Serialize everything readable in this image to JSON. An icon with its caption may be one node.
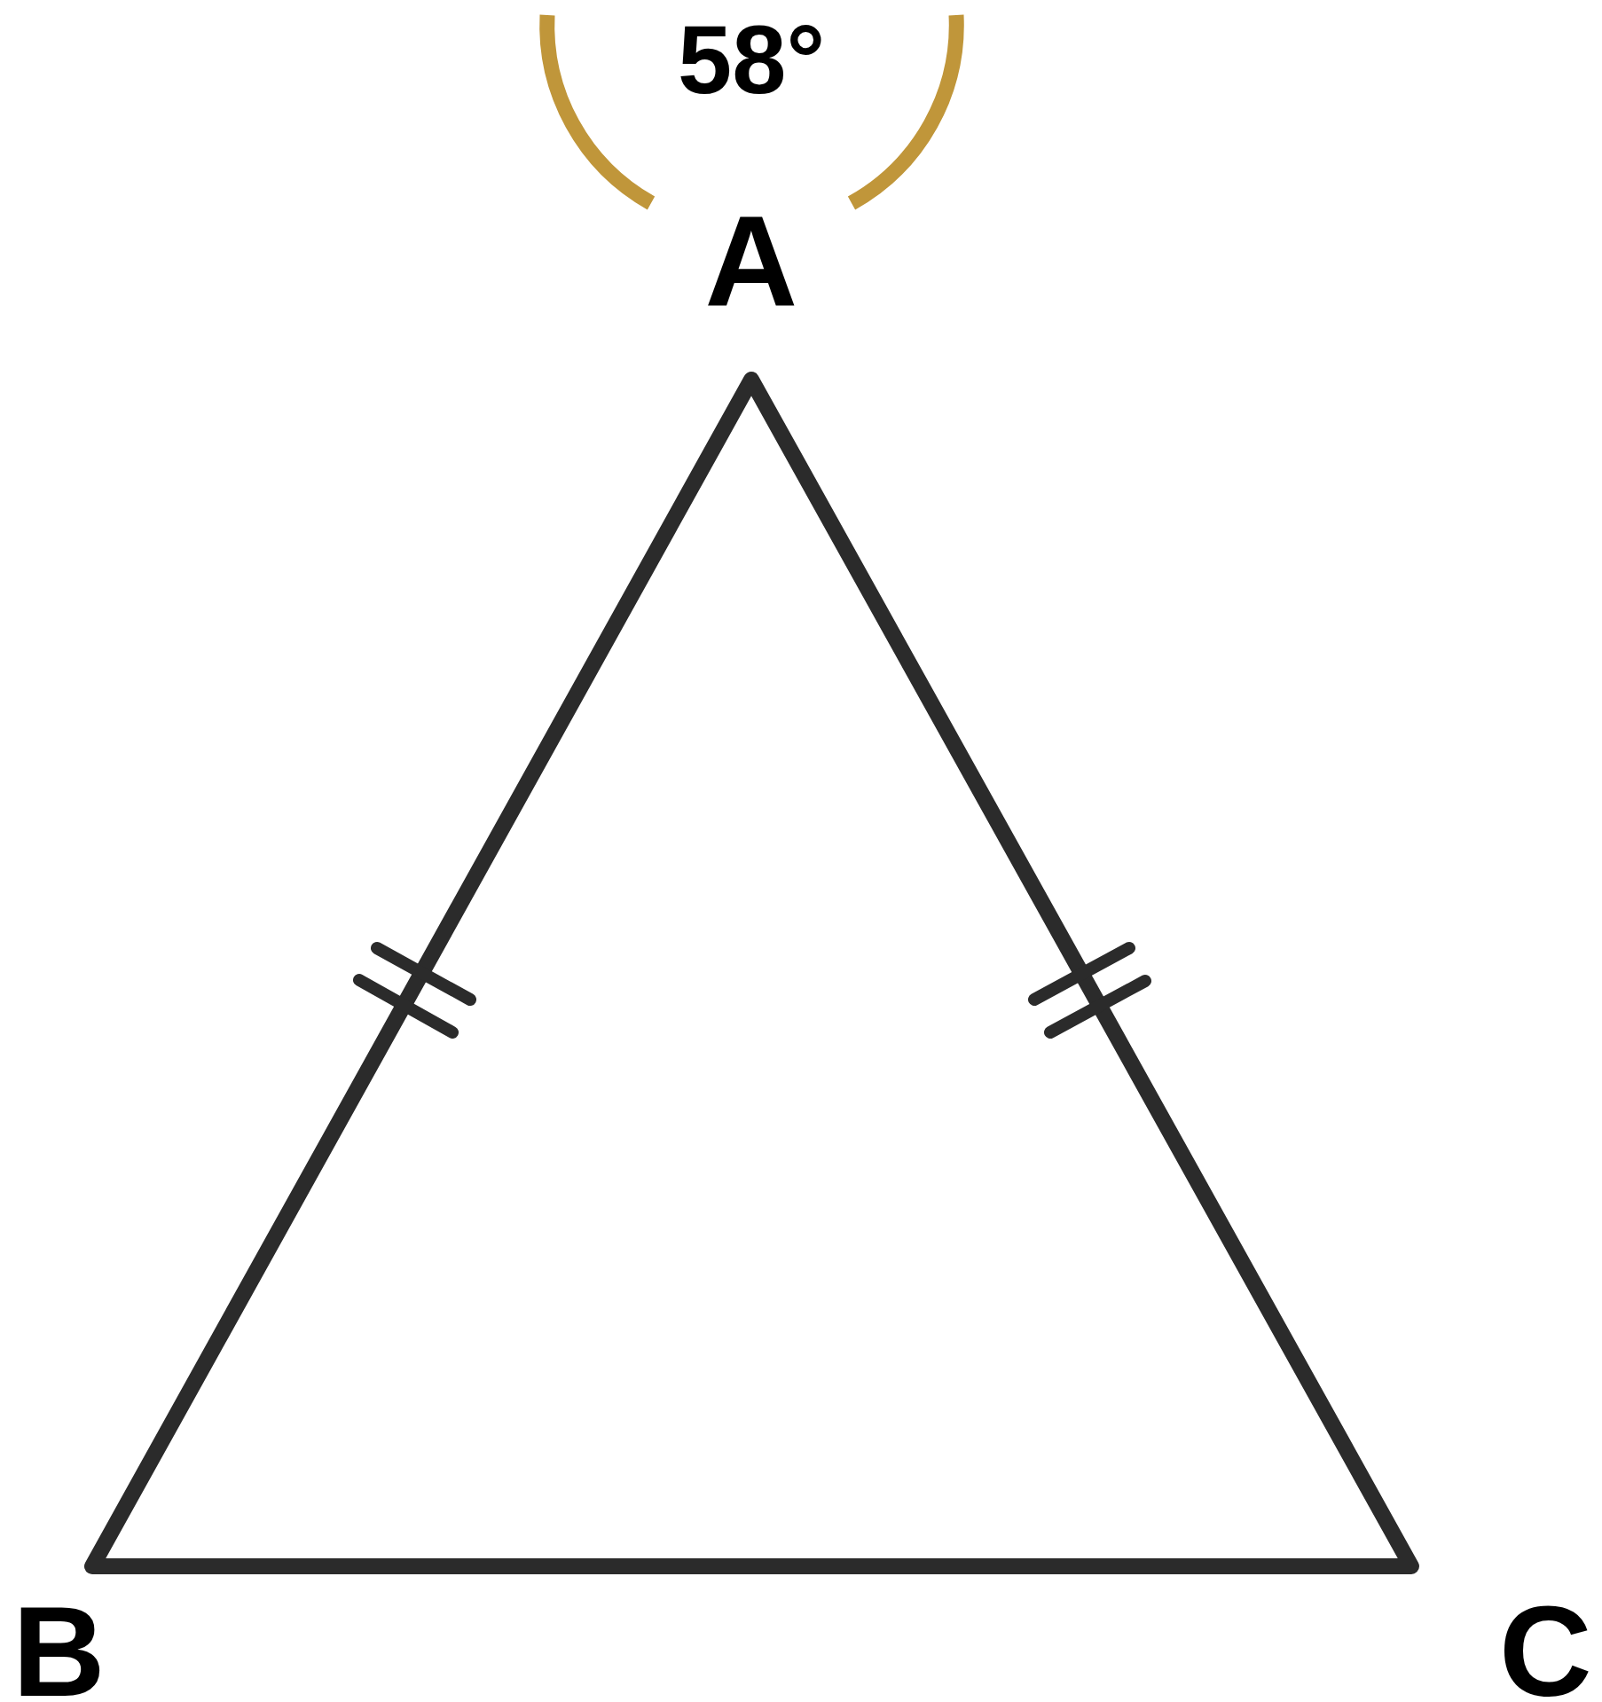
{
  "diagram": {
    "labels": [
      "58°",
      "A",
      "B",
      "C"
    ]
  }
}
